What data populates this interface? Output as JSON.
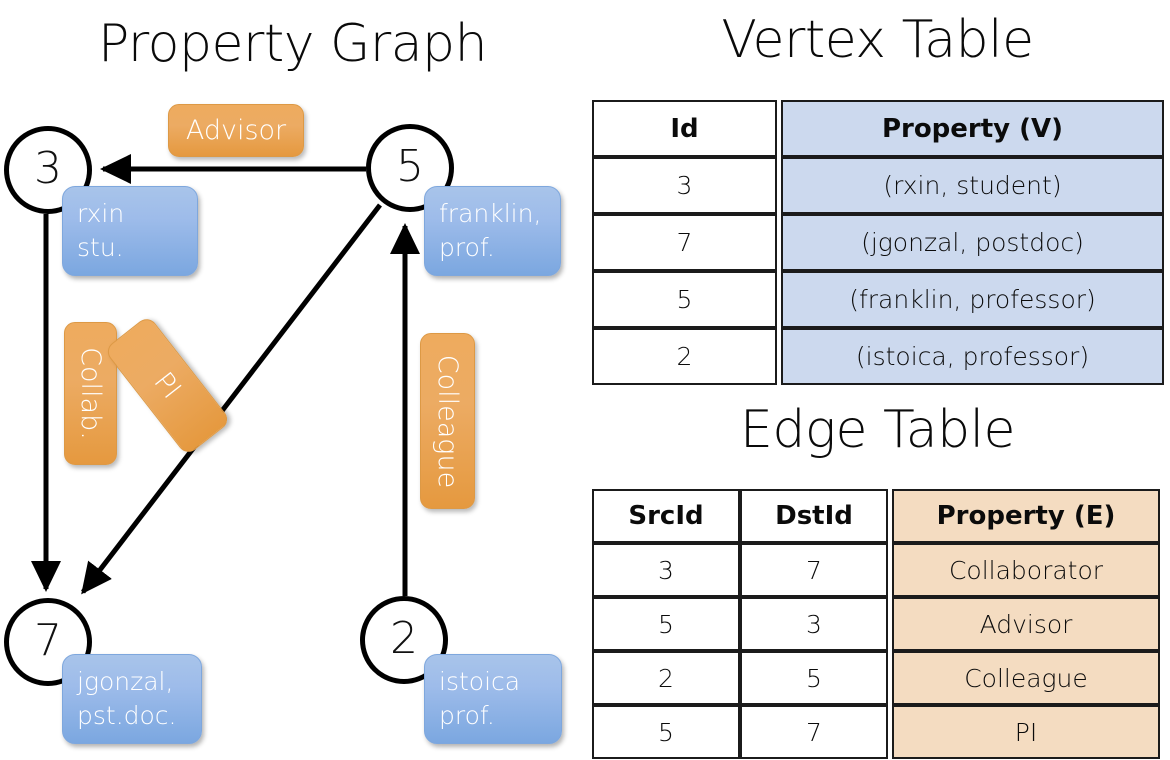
{
  "titles": {
    "property_graph": "Property Graph",
    "vertex_table": "Vertex Table",
    "edge_table": "Edge Table"
  },
  "graph": {
    "nodes": [
      {
        "id": "3",
        "property_line1": "rxin",
        "property_line2": "stu."
      },
      {
        "id": "5",
        "property_line1": "franklin,",
        "property_line2": "prof."
      },
      {
        "id": "7",
        "property_line1": "jgonzal,",
        "property_line2": "pst.doc."
      },
      {
        "id": "2",
        "property_line1": "istoica",
        "property_line2": "prof."
      }
    ],
    "edge_labels": {
      "advisor": "Advisor",
      "collaborator": "Collab.",
      "pi": "PI",
      "colleague": "Colleague"
    },
    "edges": [
      {
        "src": "5",
        "dst": "3",
        "label": "Advisor"
      },
      {
        "src": "3",
        "dst": "7",
        "label": "Collab."
      },
      {
        "src": "5",
        "dst": "7",
        "label": "PI"
      },
      {
        "src": "2",
        "dst": "5",
        "label": "Colleague"
      }
    ]
  },
  "vertex_table": {
    "headers": [
      "Id",
      "Property (V)"
    ],
    "rows": [
      {
        "id": "3",
        "property": "(rxin, student)"
      },
      {
        "id": "7",
        "property": "(jgonzal, postdoc)"
      },
      {
        "id": "5",
        "property": "(franklin, professor)"
      },
      {
        "id": "2",
        "property": "(istoica, professor)"
      }
    ]
  },
  "edge_table": {
    "headers": [
      "SrcId",
      "DstId",
      "Property (E)"
    ],
    "rows": [
      {
        "src": "3",
        "dst": "7",
        "property": "Collaborator"
      },
      {
        "src": "5",
        "dst": "3",
        "property": "Advisor"
      },
      {
        "src": "2",
        "dst": "5",
        "property": "Colleague"
      },
      {
        "src": "5",
        "dst": "7",
        "property": "PI"
      }
    ]
  },
  "colors": {
    "vertex_property_fill": "#ccd9ee",
    "edge_property_fill": "#f4dcc1",
    "node_chip_blue": "#8fb3e8",
    "edge_chip_orange": "#eaa258",
    "line_black": "#000000"
  }
}
